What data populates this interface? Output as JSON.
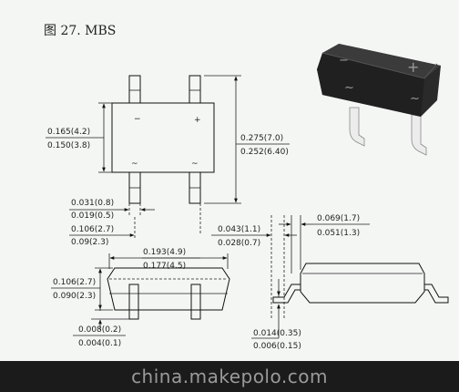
{
  "figure": {
    "title": "图 27. MBS",
    "polarity": {
      "minus": "−",
      "plus": "+",
      "ac": "~"
    },
    "dims": {
      "body_height_max": "0.165(4.2)",
      "body_height_min": "0.150(3.8)",
      "overall_height_max": "0.275(7.0)",
      "overall_height_min": "0.252(6.40)",
      "lead_width_max": "0.031(0.8)",
      "lead_width_min": "0.019(0.5)",
      "lead_pitch_max": "0.106(2.7)",
      "lead_pitch_min": "0.09(2.3)",
      "body_length_max": "0.193(4.9)",
      "body_length_min": "0.177(4.5)",
      "standoff_max": "0.043(1.1)",
      "standoff_min": "0.028(0.7)",
      "lead_span_max": "0.069(1.7)",
      "lead_span_min": "0.051(1.3)",
      "side_height_max": "0.106(2.7)",
      "side_height_min": "0.090(2.3)",
      "foot_max": "0.008(0.2)",
      "foot_min": "0.004(0.1)",
      "lead_thick_max": "0.014(0.35)",
      "lead_thick_min": "0.006(0.15)"
    }
  },
  "watermark": {
    "text": "china.makepolo.com"
  }
}
